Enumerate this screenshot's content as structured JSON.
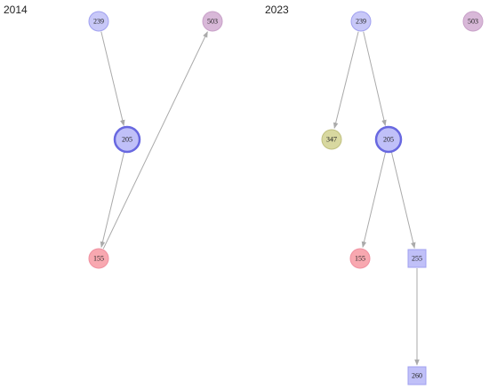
{
  "panels": [
    {
      "title": "2014",
      "nodes": [
        {
          "id": "239",
          "label": "239",
          "shape": "circle",
          "color": "#c8c8f8",
          "stroke": "#a0a0f0",
          "emphasis": false
        },
        {
          "id": "503",
          "label": "503",
          "shape": "circle",
          "color": "#d8b8d8",
          "stroke": "#c8a0c8",
          "emphasis": false
        },
        {
          "id": "205",
          "label": "205",
          "shape": "circle",
          "color": "#c0c0f8",
          "stroke": "#6868e0",
          "emphasis": true
        },
        {
          "id": "155",
          "label": "155",
          "shape": "circle",
          "color": "#f8a8b0",
          "stroke": "#f090a0",
          "emphasis": false
        }
      ],
      "edges": [
        {
          "from": "239",
          "to": "205"
        },
        {
          "from": "205",
          "to": "155"
        },
        {
          "from": "155",
          "to": "503"
        }
      ]
    },
    {
      "title": "2023",
      "nodes": [
        {
          "id": "239",
          "label": "239",
          "shape": "circle",
          "color": "#c8c8f8",
          "stroke": "#a0a0f0",
          "emphasis": false
        },
        {
          "id": "503",
          "label": "503",
          "shape": "circle",
          "color": "#d8b8d8",
          "stroke": "#c8a0c8",
          "emphasis": false
        },
        {
          "id": "347",
          "label": "347",
          "shape": "circle",
          "color": "#d8d8a0",
          "stroke": "#c0c080",
          "emphasis": false
        },
        {
          "id": "205",
          "label": "205",
          "shape": "circle",
          "color": "#c0c0f8",
          "stroke": "#6868e0",
          "emphasis": true
        },
        {
          "id": "155",
          "label": "155",
          "shape": "circle",
          "color": "#f8a8b0",
          "stroke": "#f090a0",
          "emphasis": false
        },
        {
          "id": "255",
          "label": "255",
          "shape": "square",
          "color": "#c0c0f8",
          "stroke": "#a0a0f0",
          "emphasis": false
        },
        {
          "id": "260",
          "label": "260",
          "shape": "square",
          "color": "#c0c0f8",
          "stroke": "#a0a0f0",
          "emphasis": false
        }
      ],
      "edges": [
        {
          "from": "239",
          "to": "347"
        },
        {
          "from": "239",
          "to": "205"
        },
        {
          "from": "205",
          "to": "155"
        },
        {
          "from": "205",
          "to": "255"
        },
        {
          "from": "255",
          "to": "260"
        }
      ]
    }
  ]
}
